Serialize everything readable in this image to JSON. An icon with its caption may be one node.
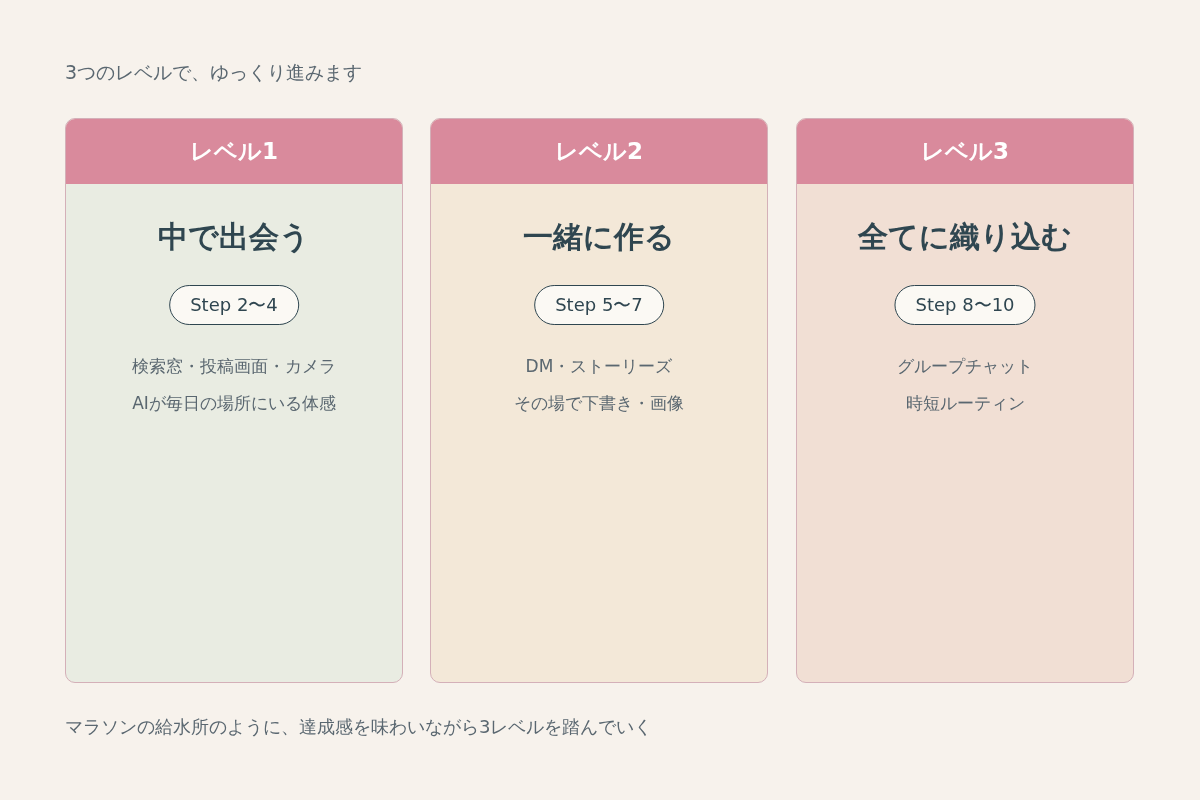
{
  "diagram": {
    "title": "3つのレベルで、ゆっくり進みます",
    "caption": "マラソンの給水所のように、達成感を味わいながら3レベルを踏んでいく",
    "nodes": [
      {
        "text": [
          "中で出会う",
          "検索窓・投稿画面・カメラ",
          "AIが毎日の場所にいる体感"
        ]
      },
      {
        "text": [
          "レベル1"
        ],
        "in": 0
      },
      {
        "text": [
          "Step 2〜4"
        ],
        "in": 0
      },
      {
        "text": [
          "一緒に作る",
          "DM・ストーリーズ",
          "その場で下書き・画像"
        ]
      },
      {
        "text": [
          "レベル2"
        ],
        "in": 3
      },
      {
        "text": [
          "Step 5〜7"
        ],
        "in": 3
      },
      {
        "text": [
          "全てに織り込む",
          "グループチャット",
          "時短ルーティン"
        ]
      },
      {
        "text": [
          "レベル3"
        ],
        "in": 6
      },
      {
        "text": [
          "Step 8〜10"
        ],
        "in": 6
      }
    ]
  }
}
